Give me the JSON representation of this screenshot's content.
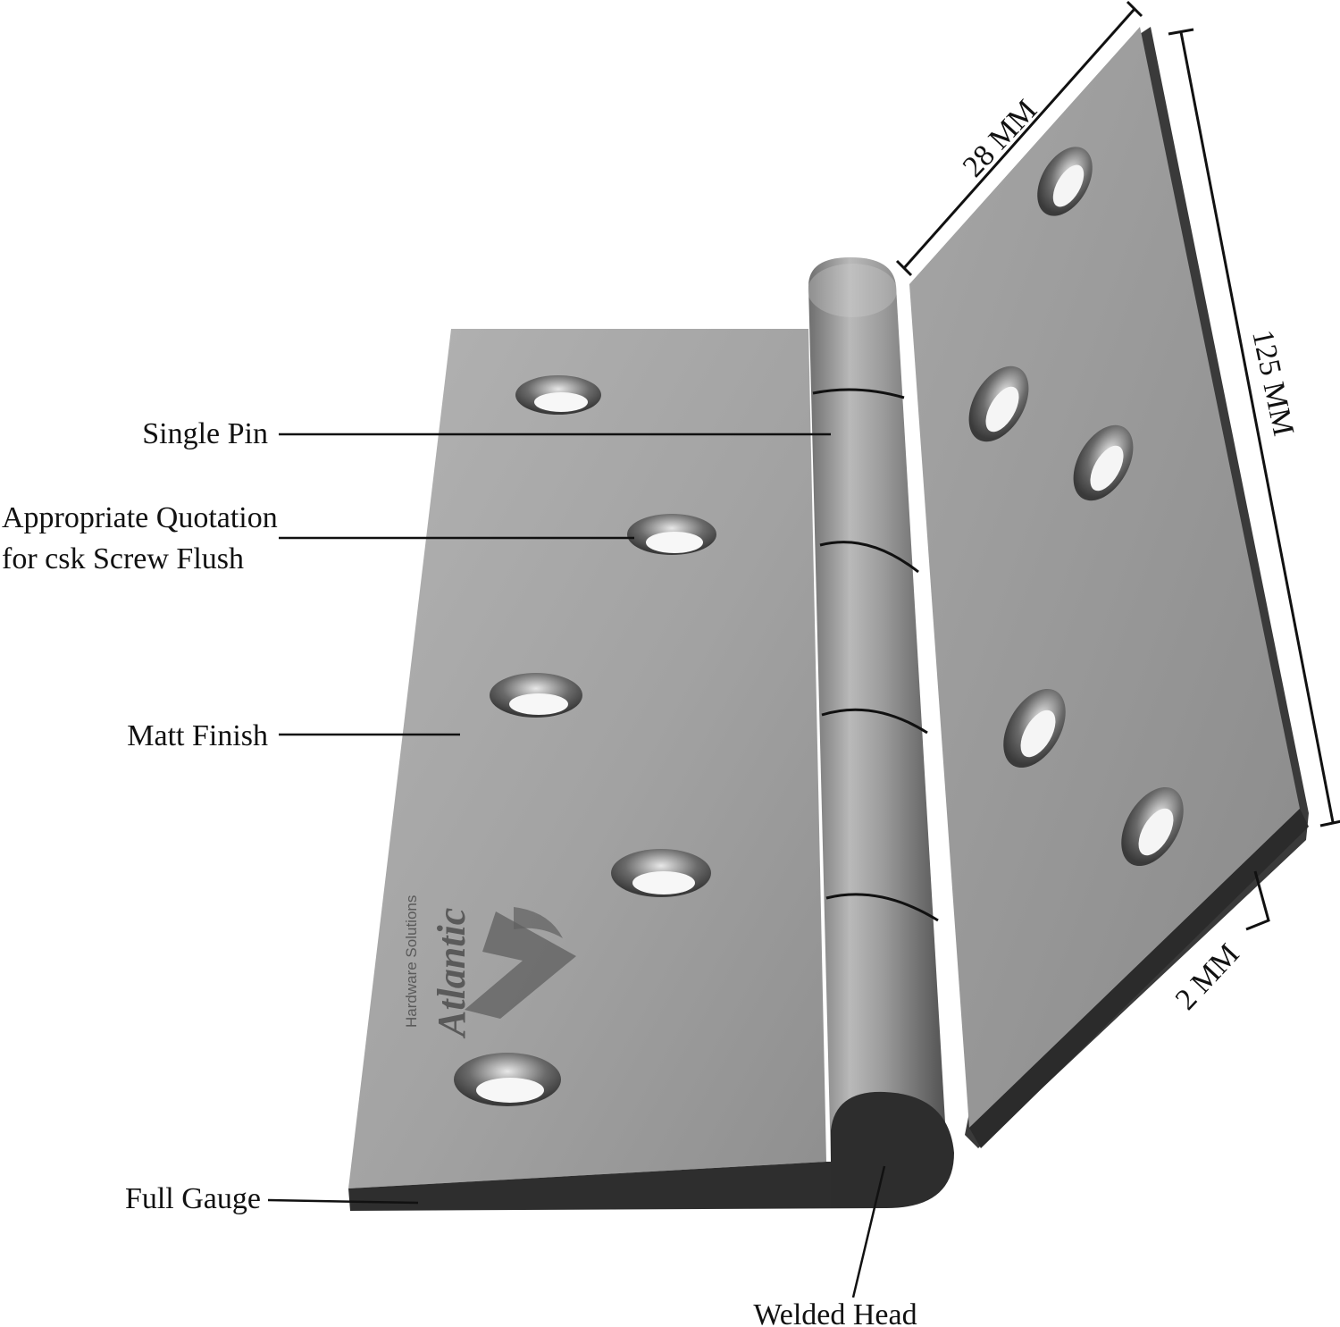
{
  "callouts": {
    "single_pin": "Single Pin",
    "quotation_line1": "Appropriate Quotation",
    "quotation_line2": "for csk Screw Flush",
    "matt_finish": "Matt Finish",
    "full_gauge": "Full Gauge",
    "welded_head": "Welded Head"
  },
  "dimensions": {
    "width": "28 MM",
    "height": "125 MM",
    "thickness": "2 MM"
  },
  "logo": {
    "brand": "Atlantic",
    "tagline": "Hardware Solutions"
  },
  "colors": {
    "leaf_light": "#a9a9a9",
    "leaf_dark": "#8d8d8d",
    "edge_dark": "#2f2f2f",
    "text": "#111111"
  }
}
